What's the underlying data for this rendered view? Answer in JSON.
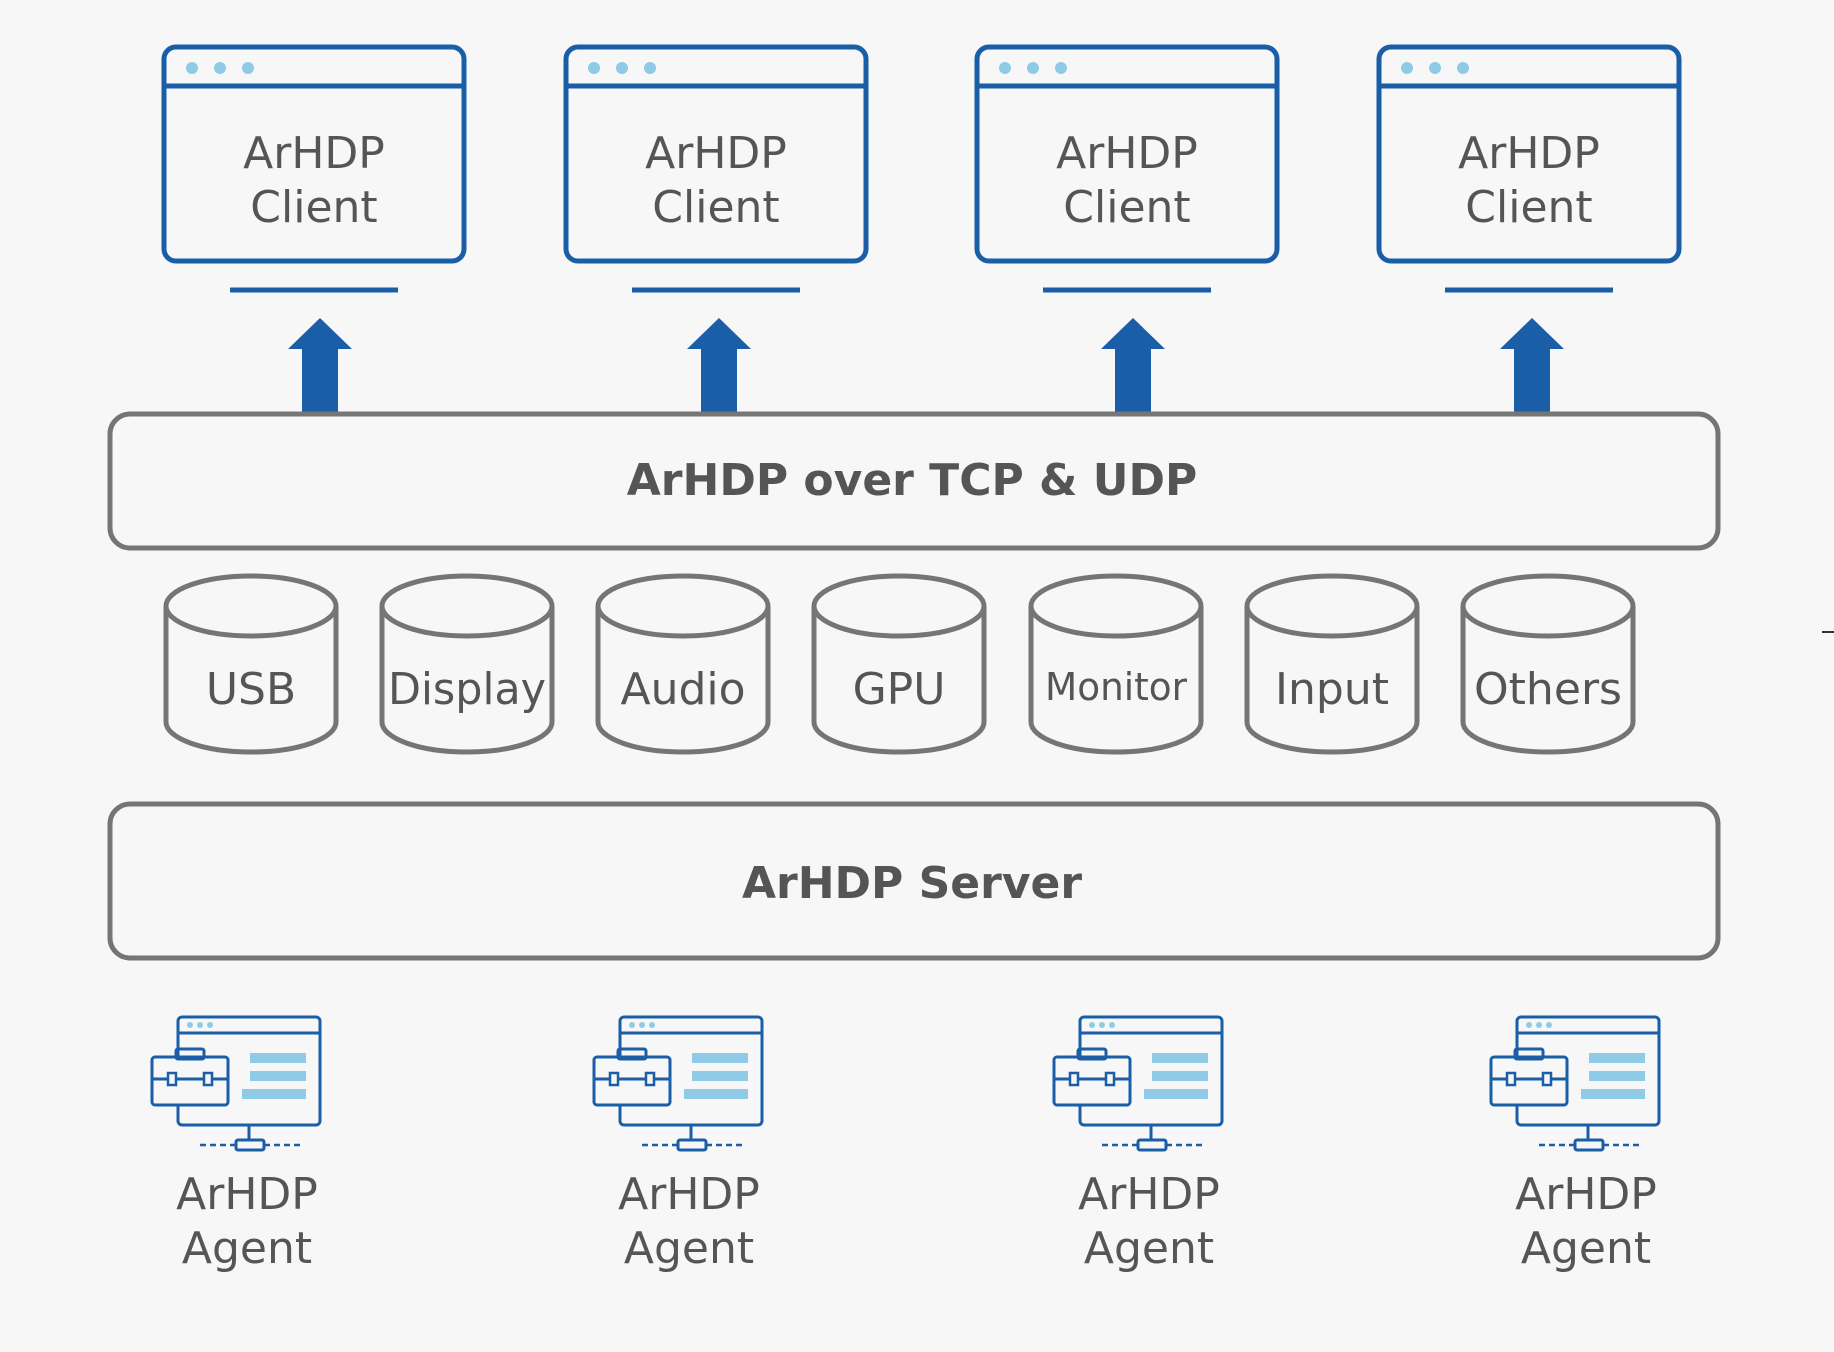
{
  "colors": {
    "background": "#f7f7f7",
    "brand_blue": "#1a5ea8",
    "light_blue": "#8fcbe6",
    "box_stroke": "#757575",
    "text": "#555555"
  },
  "clients": [
    {
      "line1": "ArHDP",
      "line2": "Client"
    },
    {
      "line1": "ArHDP",
      "line2": "Client"
    },
    {
      "line1": "ArHDP",
      "line2": "Client"
    },
    {
      "line1": "ArHDP",
      "line2": "Client"
    }
  ],
  "transport": {
    "label": "ArHDP over TCP & UDP"
  },
  "channels": [
    {
      "label": "USB"
    },
    {
      "label": "Display"
    },
    {
      "label": "Audio"
    },
    {
      "label": "GPU"
    },
    {
      "label": "Monitor"
    },
    {
      "label": "Input"
    },
    {
      "label": "Others"
    }
  ],
  "server": {
    "label": "ArHDP Server"
  },
  "agents": [
    {
      "line1": "ArHDP",
      "line2": "Agent",
      "icon": "agent-workstation-icon"
    },
    {
      "line1": "ArHDP",
      "line2": "Agent",
      "icon": "agent-workstation-icon"
    },
    {
      "line1": "ArHDP",
      "line2": "Agent",
      "icon": "agent-workstation-icon"
    },
    {
      "line1": "ArHDP",
      "line2": "Agent",
      "icon": "agent-workstation-icon"
    }
  ]
}
